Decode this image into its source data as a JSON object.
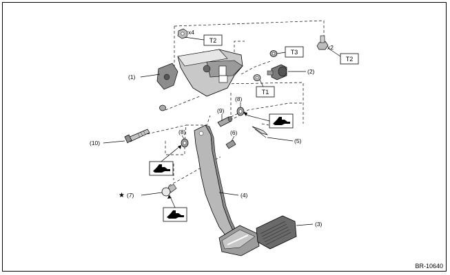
{
  "figure_id": "BR-10640",
  "callouts": {
    "c1": "(1)",
    "c2": "(2)",
    "c3": "(3)",
    "c4": "(4)",
    "c5": "(5)",
    "c6": "(6)",
    "c7": "(7)",
    "c8a": "(8)",
    "c8b": "(8)",
    "c9": "(9)",
    "c10": "(10)"
  },
  "torque_labels": {
    "t2_nuts": "T2",
    "t3": "T3",
    "t1": "T1",
    "t2_bolts": "T2"
  },
  "quantities": {
    "nuts": "x4",
    "bolts": "x2"
  },
  "marks": {
    "star": "★"
  },
  "icons": [
    "grease-apply-icon",
    "grease-apply-icon",
    "grease-apply-icon",
    "grease-apply-icon"
  ],
  "colors": {
    "line": "#000000",
    "part_light": "#d9d9d9",
    "part_mid": "#a8a8a8",
    "part_dark": "#6e6e6e"
  }
}
